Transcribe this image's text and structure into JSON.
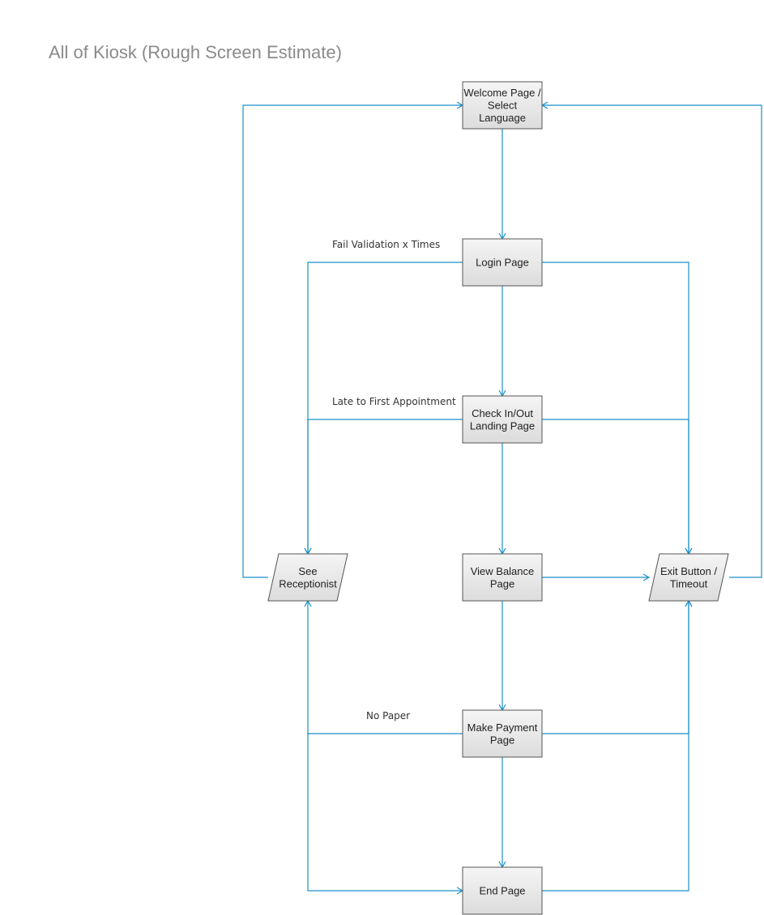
{
  "title": "All of Kiosk (Rough Screen Estimate)",
  "colors": {
    "edge": "#1a8fc6",
    "node_fill_top": "#f5f5f5",
    "node_fill_bottom": "#dcdcdc",
    "node_stroke": "#555555"
  },
  "nodes": [
    {
      "id": "welcome",
      "shape": "rect",
      "lines": [
        "Welcome Page /",
        "Select",
        "Language"
      ]
    },
    {
      "id": "login",
      "shape": "rect",
      "lines": [
        "Login Page"
      ]
    },
    {
      "id": "checkin",
      "shape": "rect",
      "lines": [
        "Check In/Out",
        "Landing Page"
      ]
    },
    {
      "id": "receptionist",
      "shape": "parallelogram",
      "lines": [
        "See",
        "Receptionist"
      ]
    },
    {
      "id": "balance",
      "shape": "rect",
      "lines": [
        "View Balance",
        "Page"
      ]
    },
    {
      "id": "exit",
      "shape": "parallelogram",
      "lines": [
        "Exit Button /",
        "Timeout"
      ]
    },
    {
      "id": "payment",
      "shape": "rect",
      "lines": [
        "Make Payment",
        "Page"
      ]
    },
    {
      "id": "end",
      "shape": "rect",
      "lines": [
        "End Page"
      ]
    }
  ],
  "edges": [
    {
      "from": "welcome",
      "to": "login",
      "label": ""
    },
    {
      "from": "login",
      "to": "checkin",
      "label": ""
    },
    {
      "from": "checkin",
      "to": "balance",
      "label": ""
    },
    {
      "from": "balance",
      "to": "payment",
      "label": ""
    },
    {
      "from": "payment",
      "to": "end",
      "label": ""
    },
    {
      "from": "login",
      "to": "receptionist",
      "label": "Fail Validation x Times"
    },
    {
      "from": "checkin",
      "to": "receptionist",
      "label": "Late to First Appointment"
    },
    {
      "from": "payment",
      "to": "receptionist",
      "label": "No Paper"
    },
    {
      "from": "payment",
      "to": "end",
      "label": ""
    },
    {
      "from": "receptionist",
      "to": "welcome",
      "label": ""
    },
    {
      "from": "exit",
      "to": "welcome",
      "label": ""
    },
    {
      "from": "login",
      "to": "exit",
      "label": ""
    },
    {
      "from": "checkin",
      "to": "exit",
      "label": ""
    },
    {
      "from": "balance",
      "to": "exit",
      "label": ""
    },
    {
      "from": "payment",
      "to": "exit",
      "label": ""
    },
    {
      "from": "end",
      "to": "exit",
      "label": ""
    }
  ]
}
